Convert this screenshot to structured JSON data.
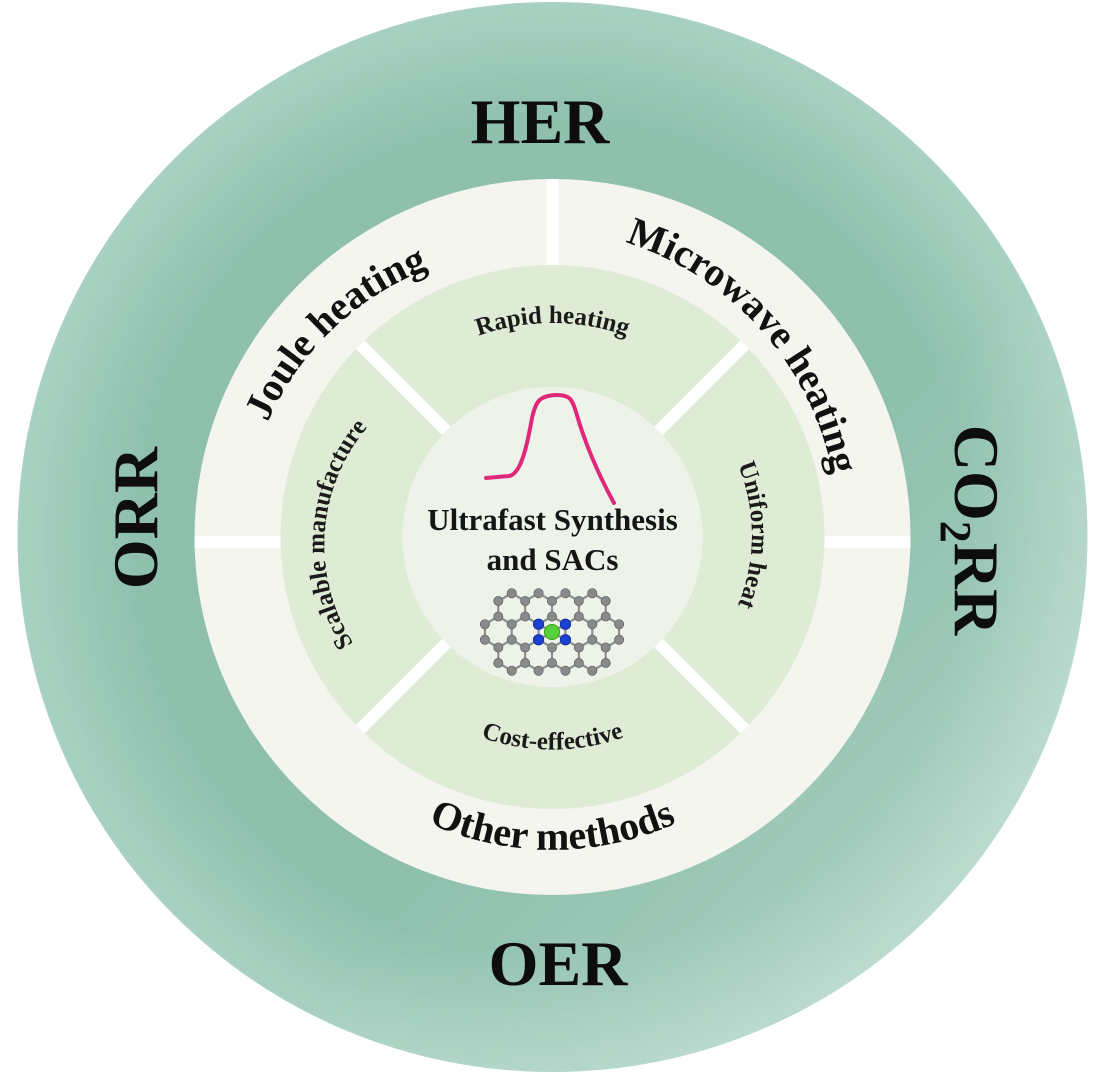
{
  "colors": {
    "outer_ring": "#9cc8b8",
    "outer_ring_light": "#c6e2d7",
    "method_ring": "#f3f5ee",
    "property_ring": "#dfecd5",
    "center_disc": "#eef3ea",
    "divider": "#ffffff",
    "curve": "#e0287a",
    "carbon_atom": "#8a8a8a",
    "nitrogen_atom": "#1f3fd0",
    "metal_atom": "#58d23a",
    "bond": "#8f8f8f"
  },
  "applications": {
    "her": "HER",
    "oer": "OER",
    "orr": "ORR",
    "co2rr_part1": "CO",
    "co2rr_sub": "2",
    "co2rr_part2": "RR"
  },
  "methods": {
    "joule": "Joule heating",
    "microwave": "Microwave heating",
    "other": "Other methods"
  },
  "properties": {
    "rapid": "Rapid heating",
    "uniform": "Uniform heat",
    "cost": "Cost-effective",
    "scalable": "Scalable manufacture"
  },
  "center": {
    "title_line1": "Ultrafast Synthesis",
    "title_line2": "and SACs",
    "curve_icon": "temperature-pulse-icon",
    "structure_icon": "single-atom-catalyst-lattice-icon"
  }
}
